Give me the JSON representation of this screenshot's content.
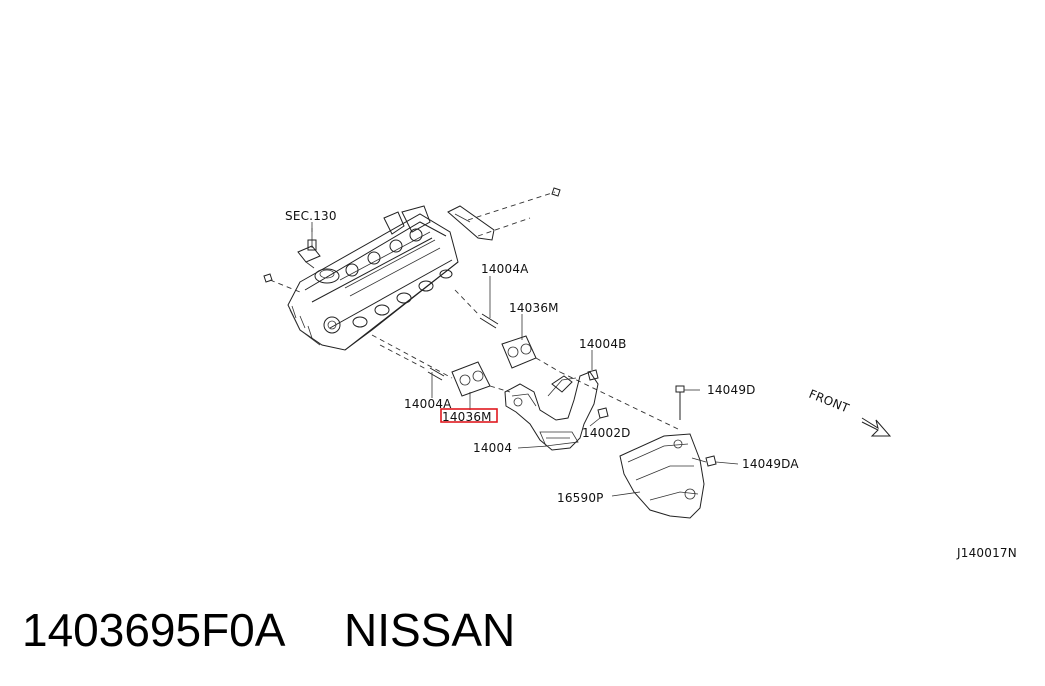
{
  "diagram": {
    "labels": {
      "sec130": "SEC.130",
      "l14004A_top": "14004A",
      "l14036M_top": "14036M",
      "l14004B": "14004B",
      "l14049D": "14049D",
      "l14004A_bottom": "14004A",
      "l14036M_bottom": "14036M",
      "l14002D": "14002D",
      "l14004": "14004",
      "l14049DA": "14049DA",
      "l16590P": "16590P",
      "front": "FRONT",
      "figure_id": "J140017N"
    },
    "highlight_color": "#e0191f"
  },
  "footer": {
    "part_number": "1403695F0A",
    "brand": "NISSAN"
  }
}
